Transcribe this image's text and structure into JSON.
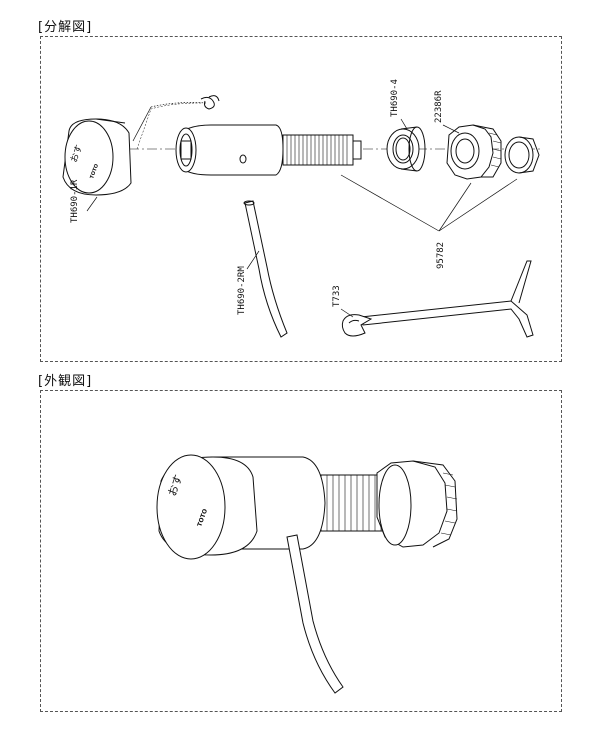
{
  "exploded_view": {
    "heading": "[分解図]",
    "labels": {
      "cap": "TH690-1R",
      "lever": "TH690-2RM",
      "washer": "TH690-4",
      "nut_large": "22386R",
      "nut_group": "95782",
      "wrench": "T733"
    }
  },
  "appearance_view": {
    "heading": "[外観図]"
  },
  "cap_marks": {
    "hiragana": "おす",
    "brand": "TOTO"
  }
}
